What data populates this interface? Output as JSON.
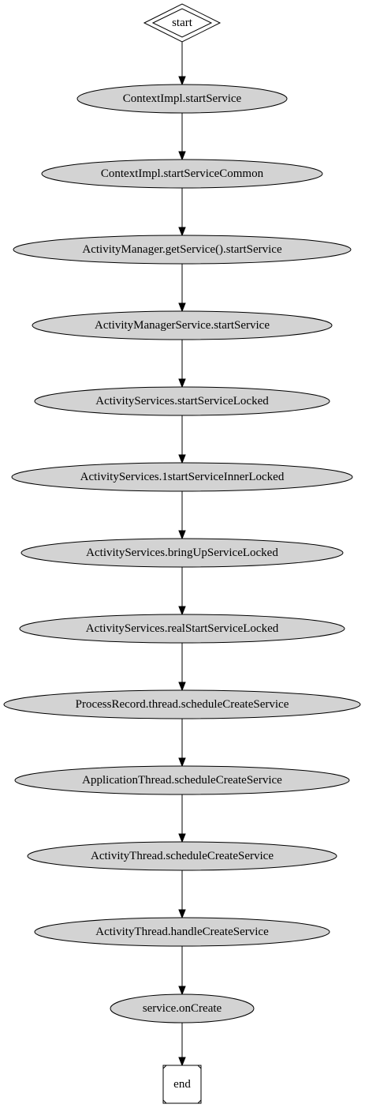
{
  "colors": {
    "node_fill": "#d3d3d3",
    "terminal_fill": "#ffffff",
    "stroke": "#000000",
    "text": "#000000"
  },
  "flow": {
    "start_label": "start",
    "end_label": "end",
    "steps": [
      "ContextImpl.startService",
      "ContextImpl.startServiceCommon",
      "ActivityManager.getService().startService",
      "ActivityManagerService.startService",
      "ActivityServices.startServiceLocked",
      "ActivityServices.1startServiceInnerLocked",
      "ActivityServices.bringUpServiceLocked",
      "ActivityServices.realStartServiceLocked",
      "ProcessRecord.thread.scheduleCreateService",
      "ApplicationThread.scheduleCreateService",
      "ActivityThread.scheduleCreateService",
      "ActivityThread.handleCreateService",
      "service.onCreate"
    ]
  }
}
